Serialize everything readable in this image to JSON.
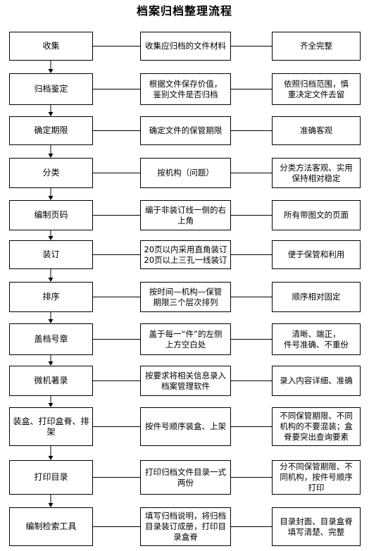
{
  "title": "档案归档整理流程",
  "colors": {
    "line": "#000000",
    "box_border": "#000000",
    "background": "#ffffff"
  },
  "steps": [
    {
      "step": "收集",
      "method": "收集应归档的文件材料",
      "requirement": "齐全完整"
    },
    {
      "step": "归档鉴定",
      "method": "根据文件保存价值，\n鉴别文件是否归档",
      "requirement": "依照归档范围，慎\n重决定文件去留"
    },
    {
      "step": "确定期限",
      "method": "确定文件的保管期限",
      "requirement": "准确客观"
    },
    {
      "step": "分类",
      "method": "按机构（问题）",
      "requirement": "分类方法客观、实用\n保持相对稳定"
    },
    {
      "step": "编制页码",
      "method": "编于非装订线一侧的右\n上角",
      "requirement": "所有带图文的页面"
    },
    {
      "step": "装订",
      "method": "20页以内采用直角装订\n20页以上三孔一线装订",
      "requirement": "便于保管和利用"
    },
    {
      "step": "排序",
      "method": "按时间—机构—保管\n期限三个层次排列",
      "requirement": "顺序相对固定"
    },
    {
      "step": "盖档号章",
      "method": "盖于每一“件”的左侧\n上方空白处",
      "requirement": "清晰、端正，\n件号准确、不重份"
    },
    {
      "step": "微机著录",
      "method": "按要求将相关信息录入\n档案管理软件",
      "requirement": "录入内容详细、准确"
    },
    {
      "step": "装盒、打印盒脊、排架",
      "method": "按件号顺序装盒、上架",
      "requirement": "不同保管期限、不同\n机构的不要混装；盒\n脊要突出查询要素"
    },
    {
      "step": "打印目录",
      "method": "打印归档文件目录一式\n两份",
      "requirement": "分不同保管期限、不\n同机构，按件号顺序\n打印"
    },
    {
      "step": "编制检索工具",
      "method": "填写归档说明，将归档\n目录装订成册，打印目\n录盒脊",
      "requirement": "目录封面、目录盒脊\n填写清楚、完整"
    }
  ]
}
